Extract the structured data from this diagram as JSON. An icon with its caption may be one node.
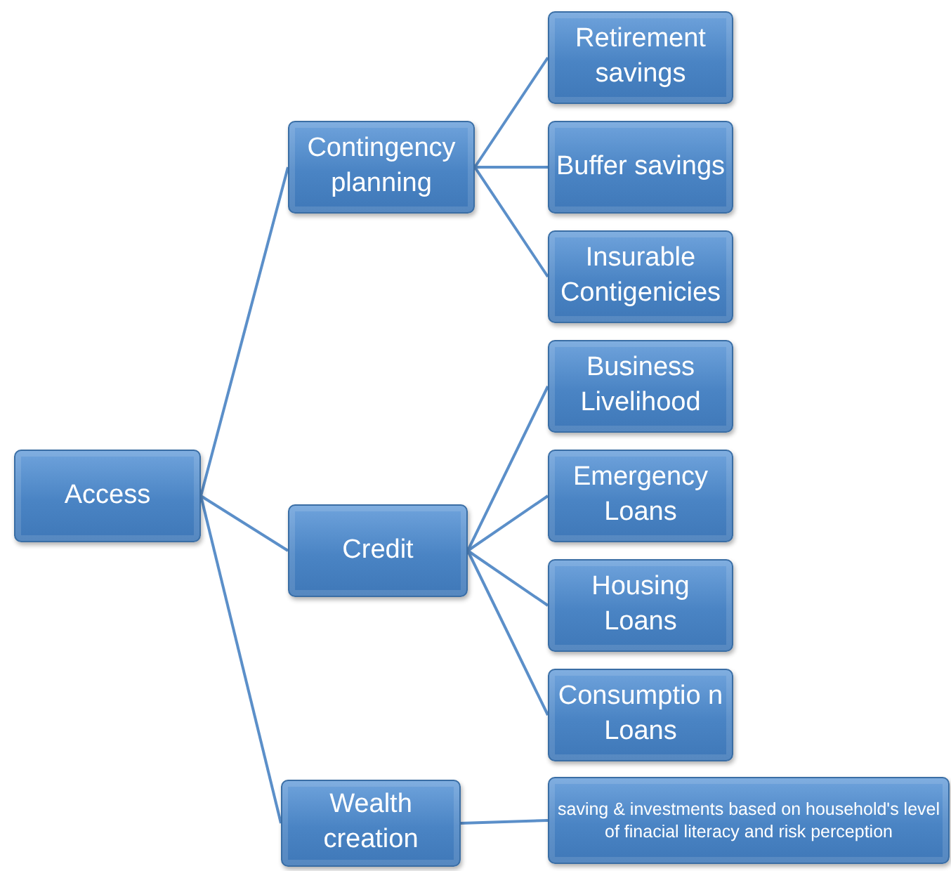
{
  "diagram": {
    "nodes": [
      {
        "text": [
          "Access"
        ]
      },
      {
        "text": [
          "Contingency planning"
        ]
      },
      {
        "text": [
          "Credit"
        ]
      },
      {
        "text": [
          "Wealth creation"
        ]
      },
      {
        "text": [
          "Retirement savings"
        ]
      },
      {
        "text": [
          "Buffer savings"
        ]
      },
      {
        "text": [
          "Insurable Contigenicies"
        ]
      },
      {
        "text": [
          "Business Livelihood"
        ]
      },
      {
        "text": [
          "Emergency Loans"
        ]
      },
      {
        "text": [
          "Housing Loans"
        ]
      },
      {
        "text": [
          "Consumptio n Loans"
        ]
      },
      {
        "text": [
          "saving & investments based on household's level of finacial literacy and risk perception"
        ]
      }
    ],
    "edges": [
      {
        "from": 0,
        "to": 1,
        "arrow": "none"
      },
      {
        "from": 0,
        "to": 2,
        "arrow": "none"
      },
      {
        "from": 0,
        "to": 3,
        "arrow": "none"
      },
      {
        "from": 1,
        "to": 4,
        "arrow": "none"
      },
      {
        "from": 1,
        "to": 5,
        "arrow": "none"
      },
      {
        "from": 1,
        "to": 6,
        "arrow": "none"
      },
      {
        "from": 2,
        "to": 7,
        "arrow": "none"
      },
      {
        "from": 2,
        "to": 8,
        "arrow": "none"
      },
      {
        "from": 2,
        "to": 9,
        "arrow": "none"
      },
      {
        "from": 2,
        "to": 10,
        "arrow": "none"
      },
      {
        "from": 3,
        "to": 11,
        "arrow": "none"
      }
    ]
  }
}
